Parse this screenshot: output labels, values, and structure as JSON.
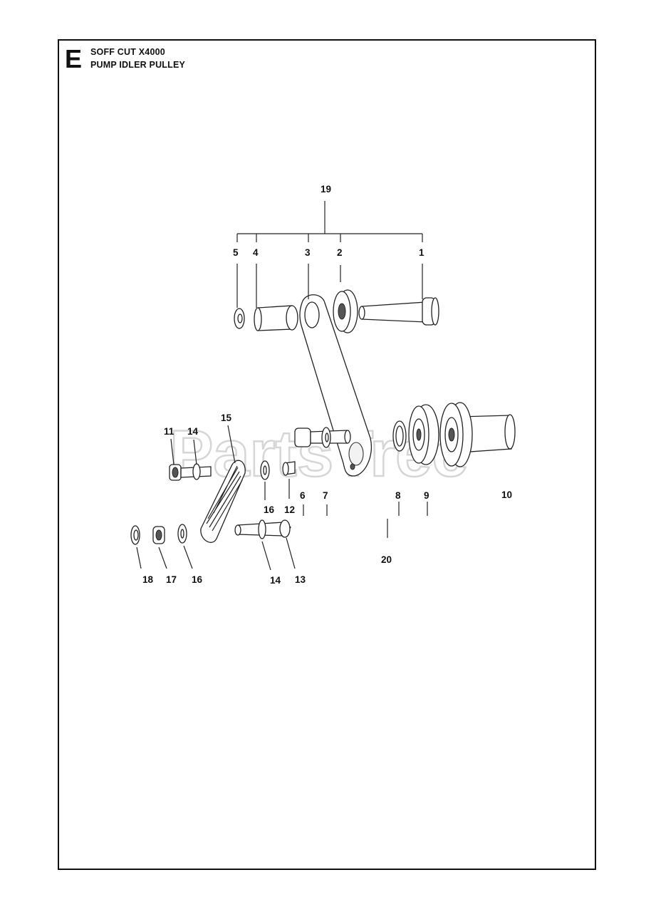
{
  "header": {
    "section_letter": "E",
    "line1": "SOFF CUT X4000",
    "line2": "PUMP IDLER PULLEY"
  },
  "watermark": {
    "text": "PartsTree",
    "trademark": "TM"
  },
  "callouts": {
    "c19": "19",
    "c5": "5",
    "c4": "4",
    "c3": "3",
    "c2": "2",
    "c1": "1",
    "c15": "15",
    "c11": "11",
    "c14a": "14",
    "c16a": "16",
    "c12": "12",
    "c6": "6",
    "c7": "7",
    "c8": "8",
    "c9": "9",
    "c10": "10",
    "c20": "20",
    "c18": "18",
    "c17": "17",
    "c16b": "16",
    "c14b": "14",
    "c13": "13"
  }
}
